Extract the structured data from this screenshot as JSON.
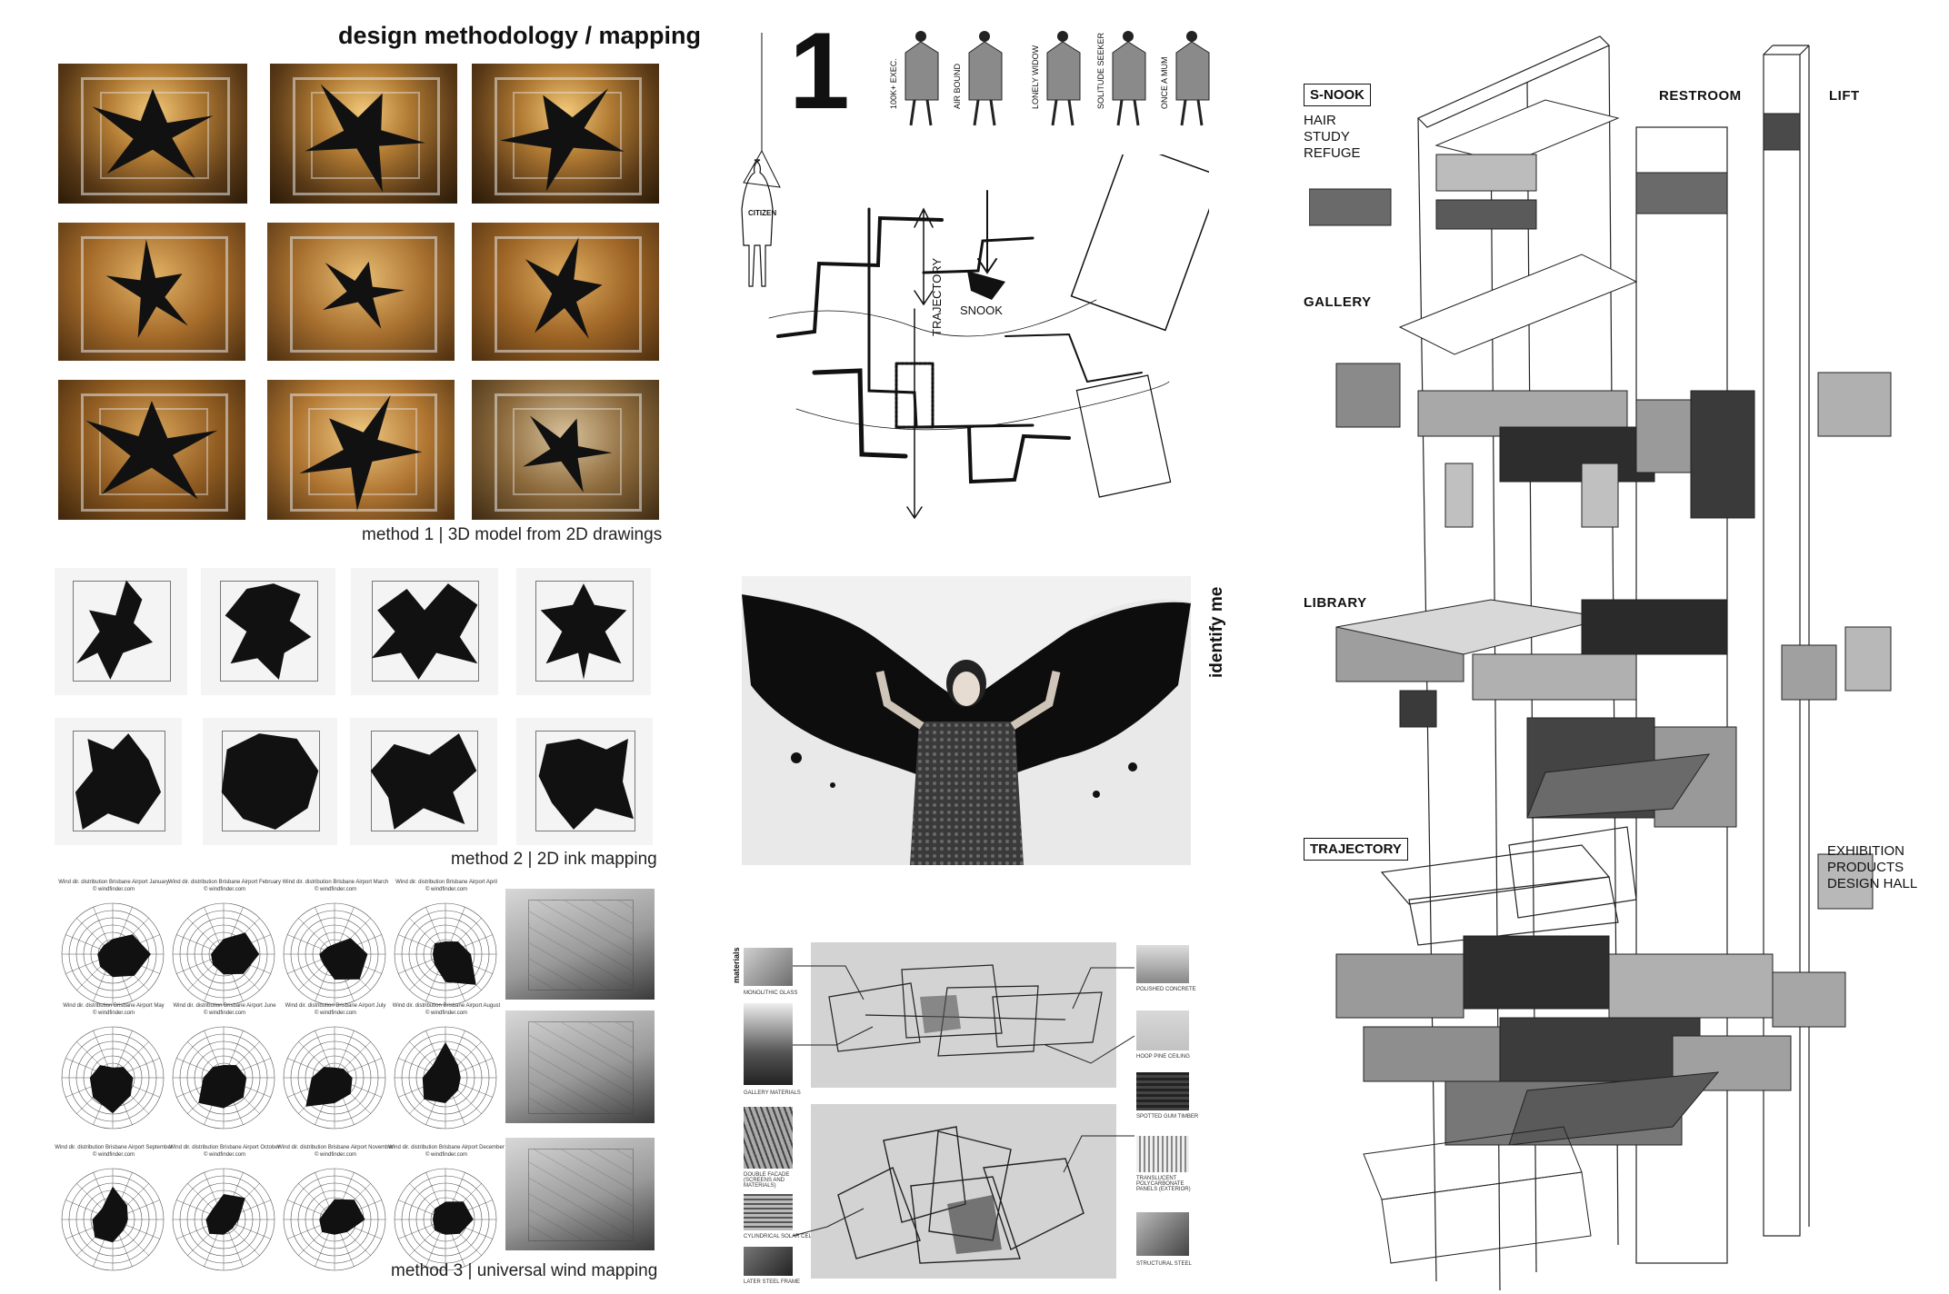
{
  "title": "design methodology / mapping",
  "captions": {
    "method1": "method 1 | 3D model from 2D drawings",
    "method2": "method 2 | 2D ink mapping",
    "method3": "method 3 | universal wind mapping"
  },
  "wind_titles": [
    "Wind dir. distribution Brisbane Airport January",
    "Wind dir. distribution Brisbane Airport February",
    "Wind dir. distribution Brisbane Airport March",
    "Wind dir. distribution Brisbane Airport April",
    "Wind dir. distribution Brisbane Airport May",
    "Wind dir. distribution Brisbane Airport June",
    "Wind dir. distribution Brisbane Airport July",
    "Wind dir. distribution Brisbane Airport August",
    "Wind dir. distribution Brisbane Airport September",
    "Wind dir. distribution Brisbane Airport October",
    "Wind dir. distribution Brisbane Airport November",
    "Wind dir. distribution Brisbane Airport December"
  ],
  "wind_source": "© windfinder.com",
  "persona": {
    "number": "1",
    "citizen": "CITIZEN",
    "types": [
      "100K+ EXEC.",
      "AIR BOUND",
      "LONELY WIDOW",
      "SOLITUDE SEEKER",
      "ONCE A MUM"
    ]
  },
  "sketch": {
    "trajectory": "TRAJECTORY",
    "snook": "SNOOK"
  },
  "identify": "identify me",
  "materials": {
    "heading": "materials",
    "left": [
      "MONOLITHIC GLASS",
      "GALLERY MATERIALS",
      "DOUBLE FACADE (SCREENS AND MATERIALS)",
      "CYLINDRICAL SOLAR CELLS",
      "LATER STEEL FRAME"
    ],
    "right": [
      "POLISHED CONCRETE",
      "HOOP PINE CEILING",
      "SPOTTED GUM TIMBER",
      "TRANSLUCENT POLYCARBONATE PANELS (EXTERIOR)",
      "STRUCTURAL STEEL"
    ]
  },
  "axo": {
    "snook": "S-NOOK",
    "snook_list": [
      "HAIR",
      "STUDY",
      "REFUGE"
    ],
    "restroom": "RESTROOM",
    "lift": "LIFT",
    "gallery": "GALLERY",
    "library": "LIBRARY",
    "trajectory": "TRAJECTORY",
    "exhibition_list": [
      "EXHIBITION",
      "PRODUCTS",
      "DESIGN HALL"
    ]
  }
}
